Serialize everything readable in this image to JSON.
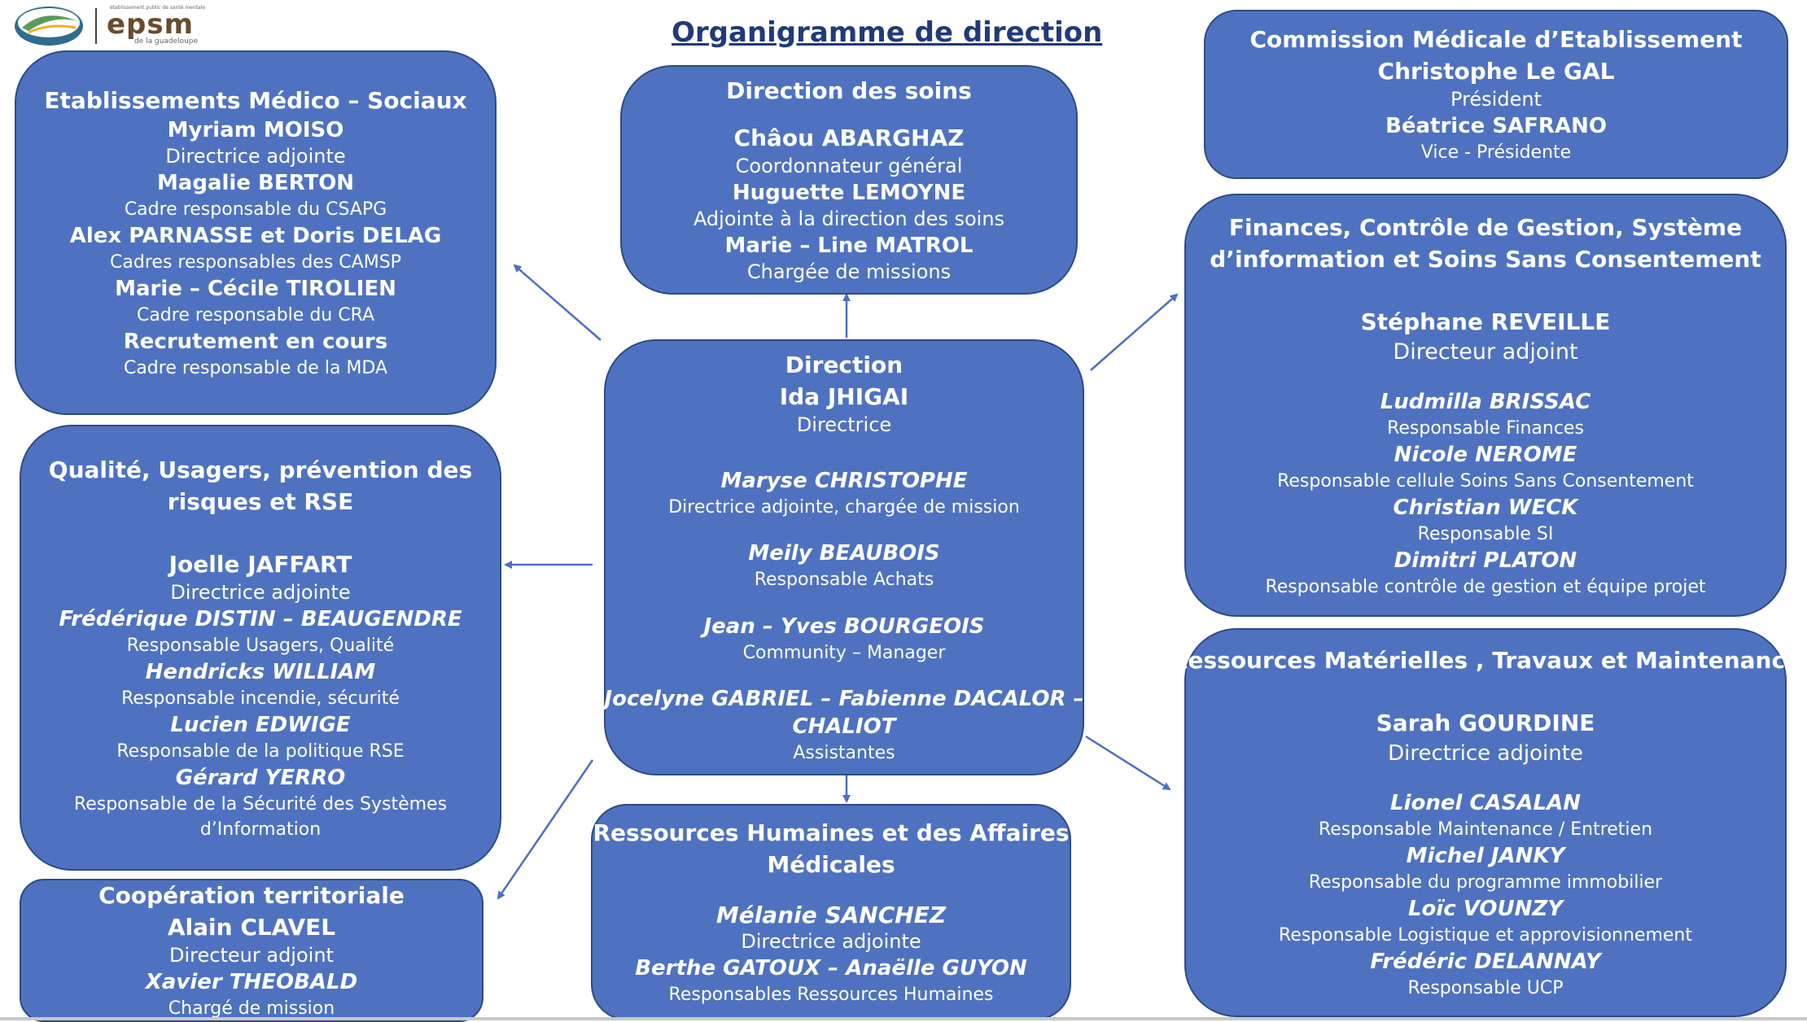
{
  "title": "Organigramme de direction",
  "logo": {
    "text": "epsm",
    "subtext": "de la guadeloupe",
    "tagline": "établissement public de santé mentale"
  },
  "colors": {
    "box_fill": "#4f72c0",
    "box_border": "#2c4a8a",
    "title": "#1f3b78",
    "arrow": "#4b6fc2"
  },
  "boxes": {
    "medico_sociaux": {
      "title": "Etablissements Médico – Sociaux",
      "lines": [
        {
          "name": "Myriam MOISO",
          "role": "Directrice adjointe"
        },
        {
          "name": "Magalie BERTON",
          "role": "Cadre responsable du CSAPG"
        },
        {
          "name": "Alex PARNASSE et Doris DELAG",
          "role": "Cadres responsables des CAMSP"
        },
        {
          "name": "Marie – Cécile TIROLIEN",
          "role": "Cadre responsable du CRA"
        },
        {
          "name": "Recrutement en cours",
          "role": "Cadre responsable de la MDA"
        }
      ]
    },
    "soins": {
      "title": "Direction des soins",
      "lines": [
        {
          "name": "Châou ABARGHAZ",
          "role": "Coordonnateur général"
        },
        {
          "name": "Huguette LEMOYNE",
          "role": "Adjointe à la direction des soins"
        },
        {
          "name": "Marie – Line MATROL",
          "role": "Chargée de missions"
        }
      ]
    },
    "cme": {
      "title": "Commission Médicale d’Etablissement",
      "lines": [
        {
          "name": "Christophe Le GAL",
          "role": "Président"
        },
        {
          "name": "Béatrice SAFRANO",
          "role": "Vice - Présidente"
        }
      ]
    },
    "finances": {
      "title_1": "Finances, Contrôle de Gestion, Système",
      "title_2": "d’information et Soins Sans Consentement",
      "head": {
        "name": "Stéphane REVEILLE",
        "role": "Directeur adjoint"
      },
      "lines": [
        {
          "name": "Ludmilla BRISSAC",
          "role": "Responsable Finances"
        },
        {
          "name": "Nicole NEROME",
          "role": "Responsable cellule  Soins Sans Consentement"
        },
        {
          "name": "Christian WECK",
          "role": "Responsable SI"
        },
        {
          "name": "Dimitri PLATON",
          "role": "Responsable contrôle de gestion et équipe projet"
        }
      ]
    },
    "qualite": {
      "title_1": "Qualité, Usagers, prévention des",
      "title_2": "risques et RSE",
      "head": {
        "name": "Joelle JAFFART",
        "role": "Directrice adjointe"
      },
      "lines": [
        {
          "name": "Frédérique DISTIN – BEAUGENDRE",
          "role": "Responsable Usagers, Qualité"
        },
        {
          "name": "Hendricks WILLIAM",
          "role": "Responsable incendie, sécurité"
        },
        {
          "name": "Lucien EDWIGE",
          "role": "Responsable de la politique RSE"
        },
        {
          "name": "Gérard YERRO",
          "role_1": "Responsable de la Sécurité des Systèmes",
          "role_2": "d’Information"
        }
      ]
    },
    "direction": {
      "title": "Direction",
      "head": {
        "name": "Ida JHIGAI",
        "role": "Directrice"
      },
      "lines": [
        {
          "name": "Maryse CHRISTOPHE",
          "role": "Directrice adjointe, chargée de mission"
        },
        {
          "name": "Meily BEAUBOIS",
          "role": "Responsable Achats"
        },
        {
          "name": "Jean – Yves BOURGEOIS",
          "role": "Community – Manager"
        },
        {
          "name_1": "Jocelyne GABRIEL – Fabienne DACALOR –",
          "name_2": "CHALIOT",
          "role": "Assistantes"
        }
      ]
    },
    "cooperation": {
      "title": "Coopération territoriale",
      "lines": [
        {
          "name": "Alain CLAVEL",
          "role": "Directeur adjoint"
        },
        {
          "name": "Xavier THEOBALD",
          "role": "Chargé de mission"
        }
      ]
    },
    "rh": {
      "title_1": "Ressources Humaines et des Affaires",
      "title_2": "Médicales",
      "head": {
        "name": "Mélanie SANCHEZ",
        "role": "Directrice adjointe"
      },
      "lines": [
        {
          "name": "Berthe GATOUX – Anaëlle GUYON",
          "role": "Responsables Ressources Humaines"
        }
      ]
    },
    "materielles": {
      "title": "Ressources Matérielles , Travaux et Maintenance",
      "head": {
        "name": "Sarah GOURDINE",
        "role": "Directrice adjointe"
      },
      "lines": [
        {
          "name": "Lionel CASALAN",
          "role": "Responsable Maintenance / Entretien"
        },
        {
          "name": "Michel JANKY",
          "role": "Responsable du programme immobilier"
        },
        {
          "name": "Loïc VOUNZY",
          "role": "Responsable Logistique et approvisionnement"
        },
        {
          "name": "Frédéric DELANNAY",
          "role": "Responsable UCP"
        }
      ]
    }
  }
}
